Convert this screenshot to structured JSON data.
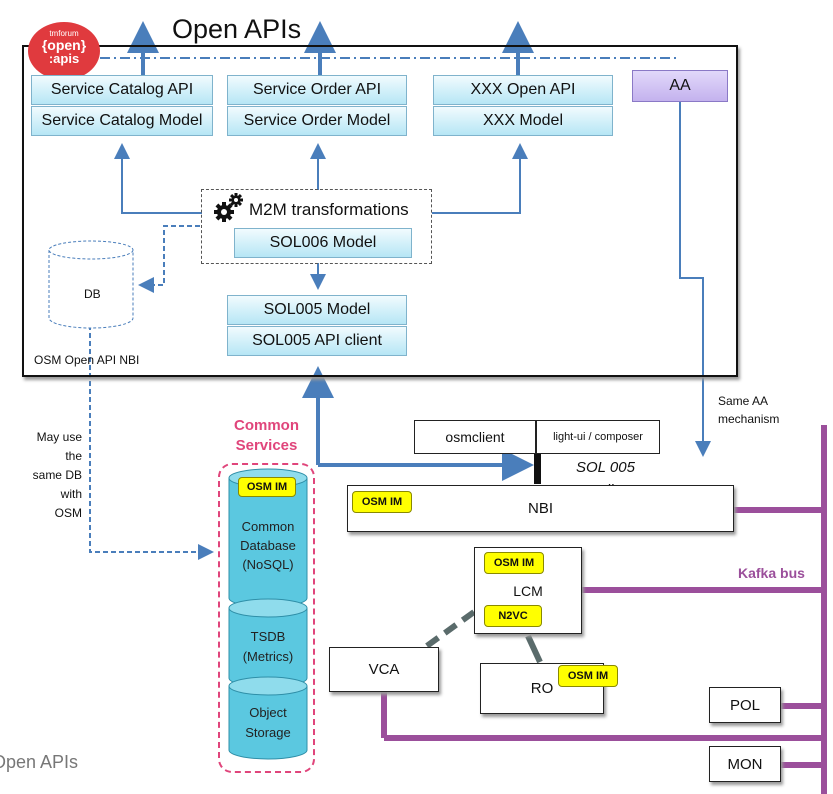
{
  "title": "Open APIs",
  "logo": {
    "line1": "tmforum",
    "line2": "{open}",
    "line3": ":apis"
  },
  "nbi_box": {
    "label": "OSM Open API NBI",
    "apis": [
      {
        "api": "Service Catalog API",
        "model": "Service Catalog Model"
      },
      {
        "api": "Service Order API",
        "model": "Service Order Model"
      },
      {
        "api": "XXX Open API",
        "model": "XXX Model"
      }
    ],
    "aa": "AA",
    "m2m": "M2M transformations",
    "sol006": "SOL006 Model",
    "sol005_model": "SOL005 Model",
    "sol005_client": "SOL005 API client",
    "db": "DB"
  },
  "notes": {
    "may_use": [
      "May use",
      "the",
      "same DB",
      "with",
      "OSM"
    ],
    "same_aa": [
      "Same AA",
      "mechanism"
    ],
    "sol005": [
      "SOL 005",
      "compliant"
    ],
    "kafka": "Kafka bus",
    "footer": "Open APIs"
  },
  "common_services": {
    "title": [
      "Common",
      "Services"
    ],
    "db": [
      "Common",
      "Database",
      "(NoSQL)"
    ],
    "tsdb": [
      "TSDB",
      "(Metrics)"
    ],
    "storage": [
      "Object",
      "Storage"
    ]
  },
  "components": {
    "osmclient": "osmclient",
    "lightui": "light-ui / composer",
    "nbi": "NBI",
    "lcm": "LCM",
    "n2vc": "N2VC",
    "vca": "VCA",
    "ro": "RO",
    "pol": "POL",
    "mon": "MON",
    "osm_im": "OSM IM"
  },
  "colors": {
    "arrow_blue": "#4a7ebb",
    "kafka_purple": "#9b4f9b",
    "cyan": "#5bc8e0",
    "pink": "#e0457b",
    "yellow": "#ffff00",
    "aa_purple": "#cbbcf0"
  }
}
